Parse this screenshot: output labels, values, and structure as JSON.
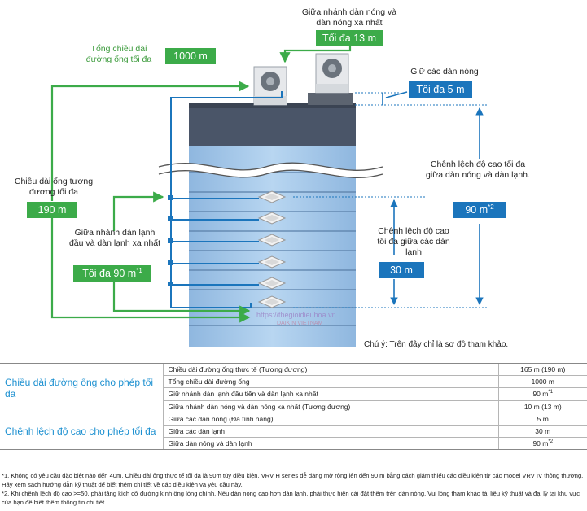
{
  "diagram": {
    "total_pipe_label": "Tổng chiều dài đường ống tối đa",
    "total_pipe_value": "1000 m",
    "branch_outdoor_label": "Giữa nhánh dàn nóng và dàn nóng xa nhất",
    "branch_outdoor_value": "Tối đa 13 m",
    "between_outdoor_label": "Giữ các dàn nóng",
    "between_outdoor_value": "Tối đa 5 m",
    "equivalent_length_label": "Chiều dài ống tương đương tối đa",
    "equivalent_length_value": "190 m",
    "first_branch_label": "Giữa nhánh dàn lạnh đầu và dàn lạnh xa nhất",
    "first_branch_value": "Tối đa 90 m",
    "first_branch_mark": "*1",
    "height_outdoor_indoor_label": "Chênh lệch độ cao tối đa giữa dàn nóng và dàn lạnh.",
    "height_outdoor_indoor_value": "90 m",
    "height_outdoor_indoor_mark": "*2",
    "height_indoor_label": "Chênh lệch độ cao tối đa giữa các dàn lạnh",
    "height_indoor_value": "30 m",
    "note": "Chú ý: Trên đây chỉ là sơ đồ tham khảo.",
    "watermark": "https://thegioidieuhoa.vn",
    "watermark_sub": "DAIKIN VIETNAM",
    "colors": {
      "green": "#3cab49",
      "blue": "#1b75bc",
      "building": "#9cc3e6",
      "roof": "#4a5568"
    }
  },
  "table": {
    "groups": [
      {
        "title": "Chiều dài đường ống cho phép tối đa",
        "rows": [
          {
            "label": "Chiều dài đường ống thực tế (Tương đương)",
            "value": "165 m (190 m)",
            "mark": ""
          },
          {
            "label": "Tổng chiều dài đường ống",
            "value": "1000 m",
            "mark": ""
          },
          {
            "label": "Giữ nhánh dàn lạnh đầu tiên và dàn lạnh xa nhất",
            "value": "90 m",
            "mark": "*1"
          },
          {
            "label": "Giữa nhánh dàn nóng và dàn nóng xa nhất (Tương đương)",
            "value": "10 m (13 m)",
            "mark": ""
          }
        ]
      },
      {
        "title": "Chênh lệch độ cao cho phép tối đa",
        "rows": [
          {
            "label": "Giữa các dàn nóng (Đa tính năng)",
            "value": "5 m",
            "mark": ""
          },
          {
            "label": "Giữa các dàn lạnh",
            "value": "30 m",
            "mark": ""
          },
          {
            "label": "Giữa dàn nóng và dàn lạnh",
            "value": "90 m",
            "mark": "*2"
          }
        ]
      }
    ]
  },
  "footnotes": {
    "fn1": "*1. Không có yêu cầu đặc biệt nào đến 40m. Chiều dài ống thực tế tối đa là 90m tùy điều kiện. VRV H series dễ dàng mở rộng lên đến 90 m bằng cách giảm thiểu các điều kiện từ các model VRV IV thông thường. Hãy xem sách hướng dẫn kỹ thuật để biết thêm chi tiết về các điều kiện và yêu cầu này.",
    "fn2": "*2. Khi chênh lệch độ cao >=50, phải tăng kích cỡ đường kính ống lỏng chính. Nếu dàn nóng cao hơn dàn lạnh, phải thực hiện cài đặt thêm trên dàn nóng. Vui lòng tham khảo tài liệu kỹ thuật và đại lý tại khu vực của bạn để biết thêm thông tin chi tiết."
  }
}
